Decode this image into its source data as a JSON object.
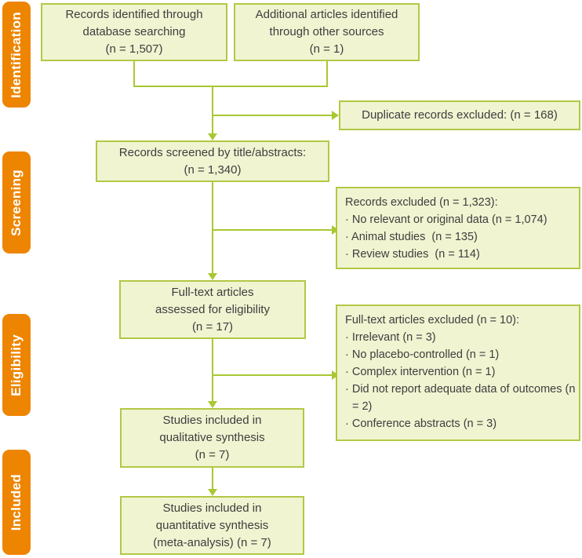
{
  "palette": {
    "stage_orange": "#ee8500",
    "box_fill": "#f0f4d1",
    "box_border": "#b3c845",
    "connector_green": "#a8c832",
    "text_color": "#3e3e3e",
    "stage_text_color": "#ffffff"
  },
  "stages": [
    "Identification",
    "Screening",
    "Eligibility",
    "Included"
  ],
  "boxes": {
    "records_identified": "Records identified through\ndatabase searching\n(n = 1,507)",
    "additional_articles": "Additional articles identified\nthrough other sources\n(n = 1)",
    "duplicates_excluded": "Duplicate records excluded: (n = 168)",
    "records_screened": "Records screened by title/abstracts:\n(n = 1,340)",
    "records_excluded": {
      "title": "Records excluded (n = 1,323):",
      "items": [
        "· No relevant or original data (n = 1,074)",
        "· Animal studies  (n = 135)",
        "· Review studies  (n = 114)"
      ]
    },
    "fulltext_assessed": "Full-text articles\nassessed for eligibility\n(n = 17)",
    "fulltext_excluded": {
      "title": "Full-text articles excluded (n = 10):",
      "items": [
        "· Irrelevant (n = 3)",
        "· No placebo-controlled (n = 1)",
        "· Complex intervention (n = 1)",
        "· Did not report adequate data of outcomes (n = 2)",
        "· Conference abstracts (n = 3)"
      ]
    },
    "qualitative_synthesis": "Studies included in\nqualitative synthesis\n(n = 7)",
    "quantitative_synthesis": "Studies included in\nquantitative synthesis\n(meta-analysis) (n = 7)"
  }
}
